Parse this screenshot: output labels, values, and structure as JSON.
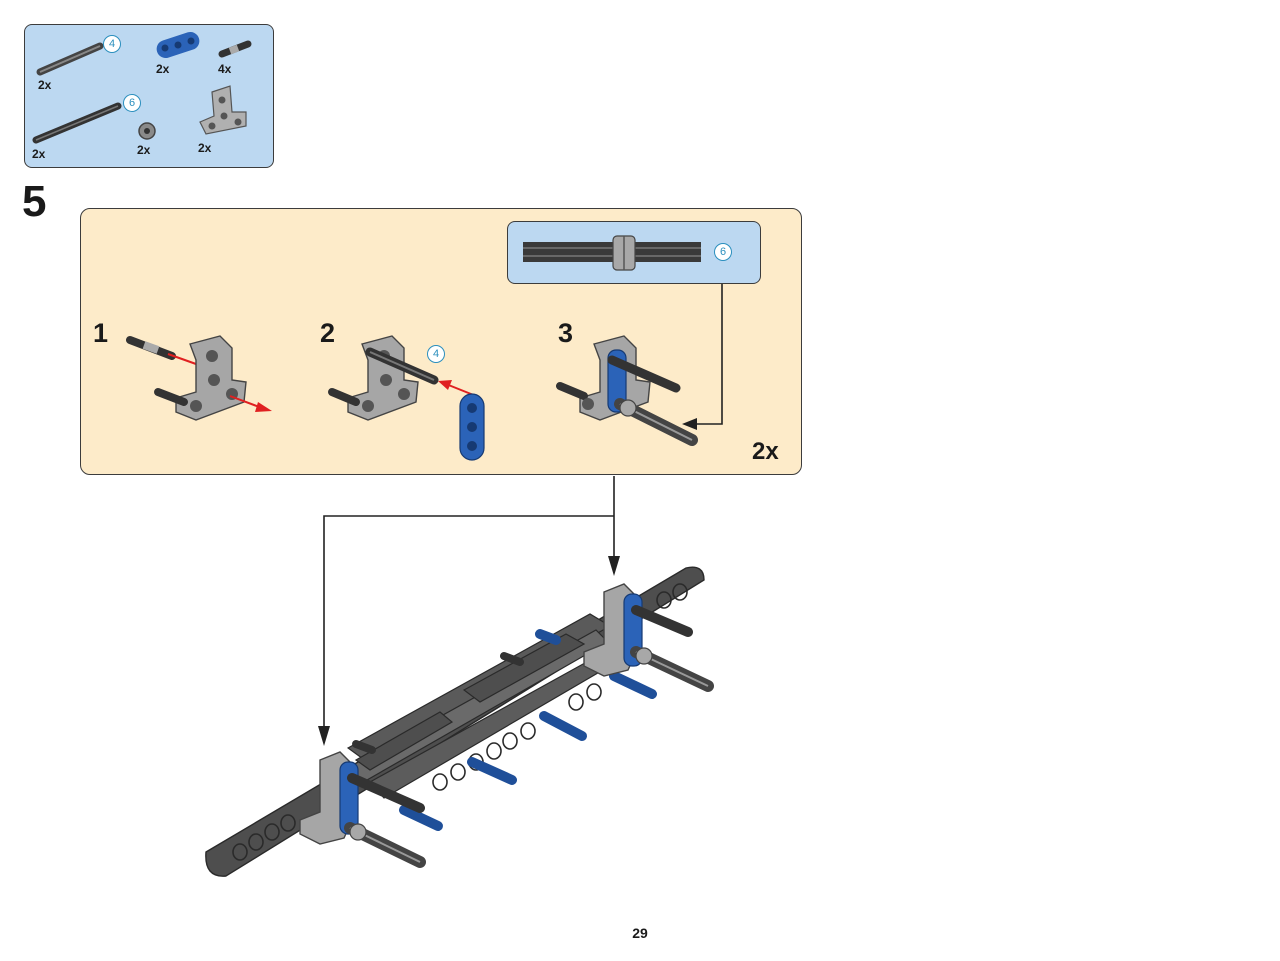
{
  "parts_list": {
    "items": [
      {
        "name": "axle-4",
        "qty": "2x",
        "length": "4"
      },
      {
        "name": "beam-3-blue",
        "qty": "2x"
      },
      {
        "name": "friction-pin-axle",
        "qty": "4x"
      },
      {
        "name": "axle-6",
        "qty": "2x",
        "length": "6"
      },
      {
        "name": "bush",
        "qty": "2x"
      },
      {
        "name": "t-beam-grey",
        "qty": "2x"
      }
    ]
  },
  "step": {
    "number": "5",
    "sub_steps": [
      "1",
      "2",
      "3"
    ],
    "multiplier": "2x",
    "callout_length": "6",
    "inline_length": "4"
  },
  "page": {
    "number": "29"
  },
  "colors": {
    "parts_bg": "#bcd8f1",
    "substep_bg": "#fdebc9",
    "blue_part": "#2b63b8",
    "grey_part": "#a6a6a6",
    "dark_part": "#4a4a4a",
    "arrow_red": "#e02020"
  }
}
